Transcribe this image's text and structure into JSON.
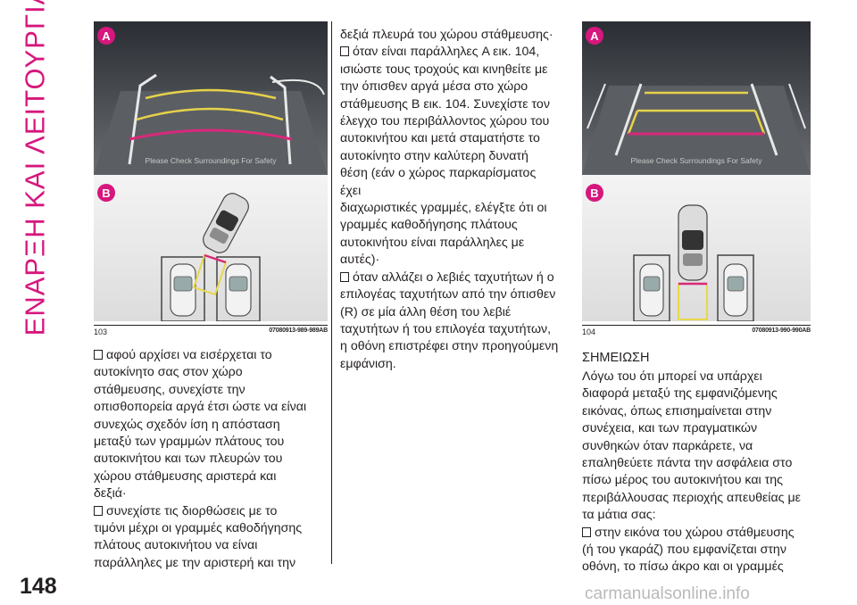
{
  "side_title": "ΕΝΑΡΞΗ ΚΑΙ ΛΕΙΤΟΥΡΓΙΑ",
  "page_number": "148",
  "figure_103": {
    "label_a": "A",
    "label_b": "B",
    "overlay_text": "Please Check Surroundings For Safety",
    "number": "103",
    "code": "07080913-989-989AB"
  },
  "figure_104": {
    "label_a": "A",
    "label_b": "B",
    "overlay_text": "Please Check Surroundings For Safety",
    "number": "104",
    "code": "07080913-990-990AB"
  },
  "left_text": [
    {
      "bullet": true,
      "text": "αφού αρχίσει να εισέρχεται το"
    },
    {
      "bullet": false,
      "text": "αυτοκίνητο σας στον χώρο"
    },
    {
      "bullet": false,
      "text": "στάθμευσης, συνεχίστε την"
    },
    {
      "bullet": false,
      "text": "οπισθοπορεία αργά έτσι ώστε να είναι"
    },
    {
      "bullet": false,
      "text": "συνεχώς σχεδόν ίση η απόσταση"
    },
    {
      "bullet": false,
      "text": "μεταξύ των γραμμών πλάτους του"
    },
    {
      "bullet": false,
      "text": "αυτοκινήτου και των πλευρών του"
    },
    {
      "bullet": false,
      "text": "χώρου στάθμευσης αριστερά και"
    },
    {
      "bullet": false,
      "text": "δεξιά·"
    },
    {
      "bullet": true,
      "text": "συνεχίστε τις διορθώσεις με το"
    },
    {
      "bullet": false,
      "text": "τιμόνι μέχρι οι γραμμές καθοδήγησης"
    },
    {
      "bullet": false,
      "text": "πλάτους αυτοκινήτου να είναι"
    },
    {
      "bullet": false,
      "text": "παράλληλες με την αριστερή και την"
    }
  ],
  "mid_text": [
    {
      "bullet": false,
      "text": "δεξιά πλευρά του χώρου στάθμευσης·"
    },
    {
      "bullet": true,
      "text": "όταν είναι παράλληλες A εικ. 104,"
    },
    {
      "bullet": false,
      "text": "ισιώστε τους τροχούς και κινηθείτε με"
    },
    {
      "bullet": false,
      "text": "την όπισθεν αργά μέσα στο χώρο"
    },
    {
      "bullet": false,
      "text": "στάθμευσης B εικ. 104. Συνεχίστε τον"
    },
    {
      "bullet": false,
      "text": "έλεγχο του περιβάλλοντος χώρου του"
    },
    {
      "bullet": false,
      "text": "αυτοκινήτου και μετά σταματήστε το"
    },
    {
      "bullet": false,
      "text": "αυτοκίνητο στην καλύτερη δυνατή"
    },
    {
      "bullet": false,
      "text": "θέση (εάν ο χώρος παρκαρίσματος έχει"
    },
    {
      "bullet": false,
      "text": "διαχωριστικές γραμμές, ελέγξτε ότι οι"
    },
    {
      "bullet": false,
      "text": "γραμμές καθοδήγησης πλάτους"
    },
    {
      "bullet": false,
      "text": "αυτοκινήτου είναι παράλληλες με"
    },
    {
      "bullet": false,
      "text": "αυτές)·"
    },
    {
      "bullet": true,
      "text": "όταν αλλάζει ο λεβιές ταχυτήτων ή ο"
    },
    {
      "bullet": false,
      "text": "επιλογέας ταχυτήτων από την όπισθεν"
    },
    {
      "bullet": false,
      "text": "(R) σε μία άλλη θέση του λεβιέ"
    },
    {
      "bullet": false,
      "text": "ταχυτήτων ή του επιλογέα ταχυτήτων,"
    },
    {
      "bullet": false,
      "text": "η οθόνη επιστρέφει στην προηγούμενη"
    },
    {
      "bullet": false,
      "text": "εμφάνιση."
    }
  ],
  "note_title": "ΣΗΜΕΙΩΣΗ",
  "right_text": [
    {
      "bullet": false,
      "text": "Λόγω του ότι μπορεί να υπάρχει"
    },
    {
      "bullet": false,
      "text": "διαφορά μεταξύ της εμφανιζόμενης"
    },
    {
      "bullet": false,
      "text": "εικόνας, όπως επισημαίνεται στην"
    },
    {
      "bullet": false,
      "text": "συνέχεια, και των πραγματικών"
    },
    {
      "bullet": false,
      "text": "συνθηκών όταν παρκάρετε, να"
    },
    {
      "bullet": false,
      "text": "επαληθεύετε πάντα την ασφάλεια στο"
    },
    {
      "bullet": false,
      "text": "πίσω μέρος του αυτοκινήτου και της"
    },
    {
      "bullet": false,
      "text": "περιβάλλουσας περιοχής απευθείας με"
    },
    {
      "bullet": false,
      "text": "τα μάτια σας:"
    },
    {
      "bullet": true,
      "text": "στην εικόνα του χώρου στάθμευσης"
    },
    {
      "bullet": false,
      "text": "(ή του γκαράζ) που εμφανίζεται στην"
    },
    {
      "bullet": false,
      "text": "οθόνη, το πίσω άκρο και οι γραμμές"
    }
  ],
  "watermark": "carmanualsonline.info"
}
